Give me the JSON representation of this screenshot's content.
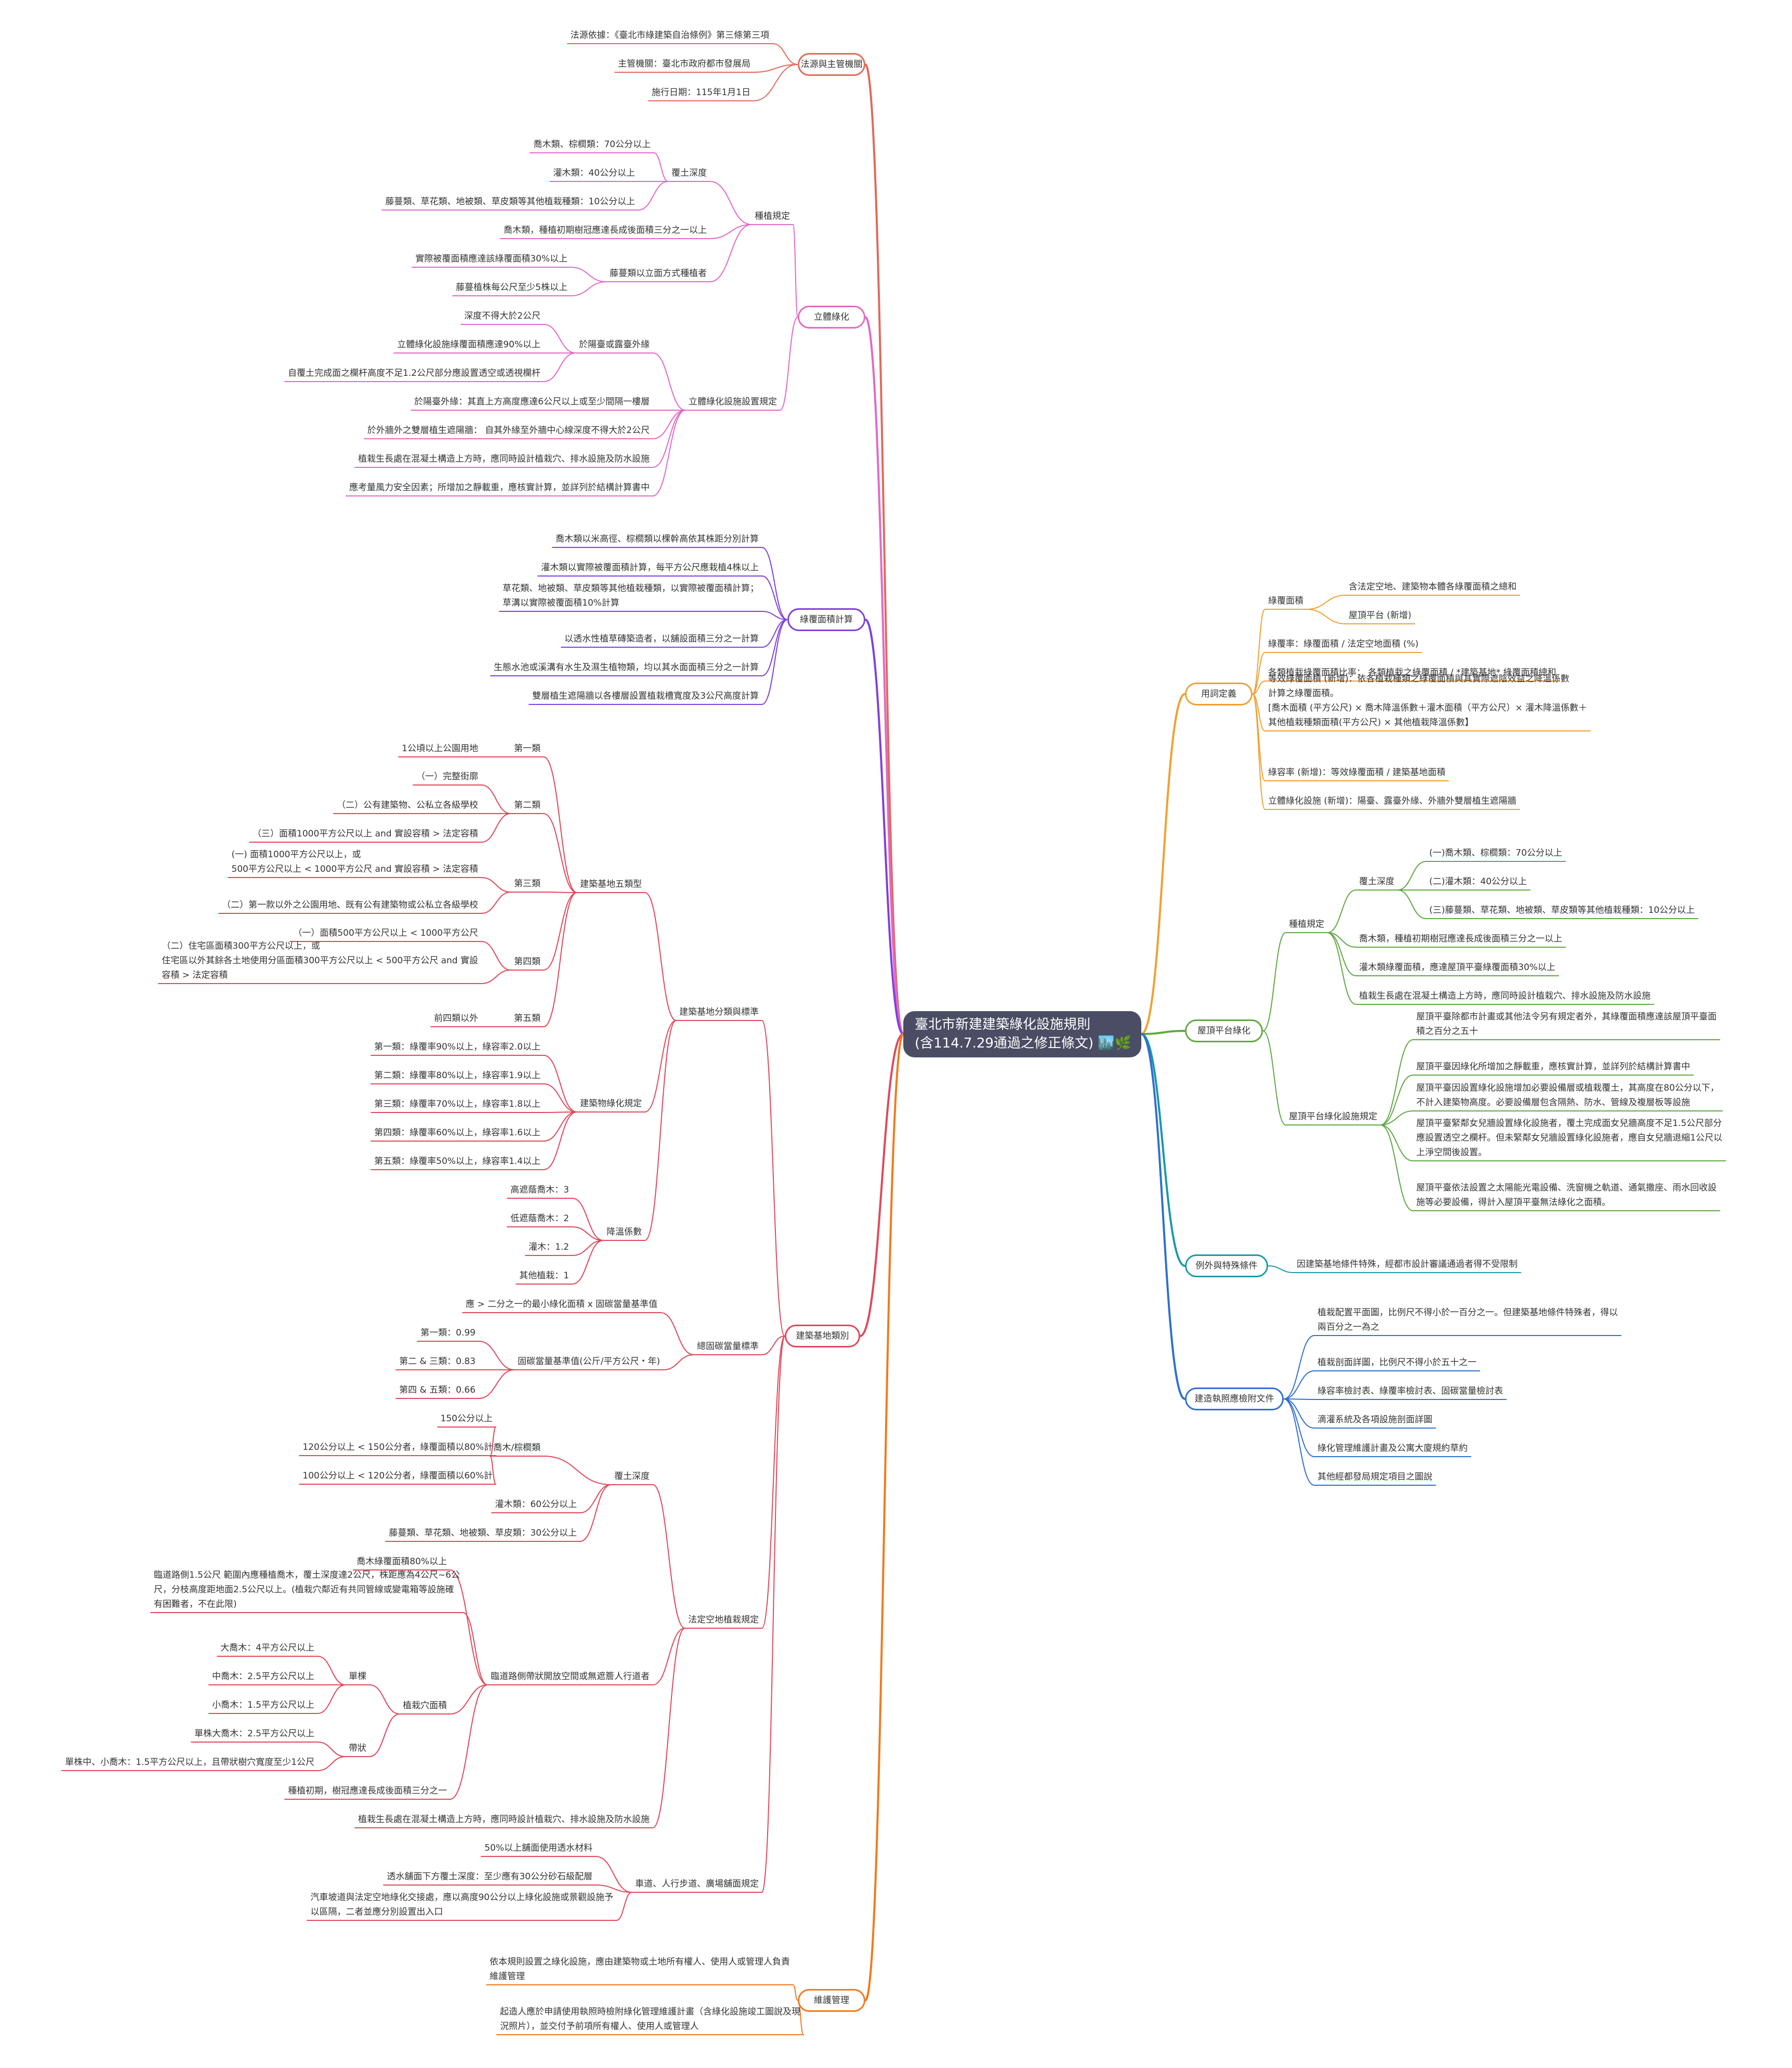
{
  "root": {
    "title": "臺北市新建建築綠化設施規則\n(含114.7.29通過之修正條文) 🏙️🌿"
  },
  "colors": {
    "c1": "#e06a5a",
    "c2": "#e468c6",
    "c3": "#7e3fe0",
    "c4": "#e0485a",
    "c5": "#f07a1e",
    "c6": "#f0a030",
    "c7": "#5fa842",
    "c8": "#1b98a8",
    "c9": "#2f6fd0"
  },
  "nodes": [
    {
      "id": "b1",
      "label": "法源與主管機關",
      "color": "c1"
    },
    {
      "id": "b1a",
      "label": "法源依據：《臺北市綠建築自治條例》第三條第三項",
      "color": "c1"
    },
    {
      "id": "b1b",
      "label": "主管機關：臺北市政府都市發展局",
      "color": "c1"
    },
    {
      "id": "b1c",
      "label": "施行日期：115年1月1日",
      "color": "c1"
    },
    {
      "id": "b2",
      "label": "立體綠化",
      "color": "c2"
    },
    {
      "id": "b2a",
      "label": "種植規定",
      "color": "c2"
    },
    {
      "id": "b2a1",
      "label": "覆土深度",
      "color": "c2"
    },
    {
      "id": "b2a1a",
      "label": "喬木類、棕櫚類：70公分以上",
      "color": "c2"
    },
    {
      "id": "b2a1b",
      "label": "灌木類：40公分以上",
      "color": "c2"
    },
    {
      "id": "b2a1c",
      "label": "藤蔓類、草花類、地被類、草皮類等其他植栽種類：10公分以上",
      "color": "c2"
    },
    {
      "id": "b2a2",
      "label": "喬木類，種植初期樹冠應達長成後面積三分之一以上",
      "color": "c2"
    },
    {
      "id": "b2a3",
      "label": "藤蔓類以立面方式種植者",
      "color": "c2"
    },
    {
      "id": "b2a3a",
      "label": "實際被覆面積應達該綠覆面積30%以上",
      "color": "c2"
    },
    {
      "id": "b2a3b",
      "label": "藤蔓植株每公尺至少5株以上",
      "color": "c2"
    },
    {
      "id": "b2b",
      "label": "立體綠化設施設置規定",
      "color": "c2"
    },
    {
      "id": "b2b1",
      "label": "於陽臺或露臺外緣",
      "color": "c2"
    },
    {
      "id": "b2b1a",
      "label": "深度不得大於2公尺",
      "color": "c2"
    },
    {
      "id": "b2b1b",
      "label": "立體綠化設施綠覆面積應達90%以上",
      "color": "c2"
    },
    {
      "id": "b2b1c",
      "label": "自覆土完成面之欄杆高度不足1.2公尺部分應設置透空或透視欄杆",
      "color": "c2"
    },
    {
      "id": "b2b2",
      "label": "於陽臺外緣：其直上方高度應達6公尺以上或至少間隔一樓層",
      "color": "c2"
    },
    {
      "id": "b2b3",
      "label": "於外牆外之雙層植生遮陽牆： 自其外緣至外牆中心線深度不得大於2公尺",
      "color": "c2"
    },
    {
      "id": "b2b4",
      "label": "植栽生長處在混凝土構造上方時，應同時設計植栽穴、排水設施及防水設施",
      "color": "c2"
    },
    {
      "id": "b2b5",
      "label": "應考量風力安全因素；所增加之靜載重，應核實計算，並詳列於結構計算書中",
      "color": "c2"
    },
    {
      "id": "b3",
      "label": "綠覆面積計算",
      "color": "c3"
    },
    {
      "id": "b3a",
      "label": "喬木類以米高徑、棕櫚類以棵幹高依其株距分別計算",
      "color": "c3"
    },
    {
      "id": "b3b",
      "label": "灌木類以實際被覆面積計算，每平方公尺應栽植4株以上",
      "color": "c3"
    },
    {
      "id": "b3c",
      "label": "草花類、地被類、草皮類等其他植栽種類，以實際被覆面積計算；\n草溝以實際被覆面積10%計算",
      "color": "c3"
    },
    {
      "id": "b3d",
      "label": "以透水性植草磚築造者，以舖設面積三分之一計算",
      "color": "c3"
    },
    {
      "id": "b3e",
      "label": "生態水池或溪溝有水生及濕生植物類，均以其水面面積三分之一計算",
      "color": "c3"
    },
    {
      "id": "b3f",
      "label": "雙層植生遮陽牆以各樓層設置植栽槽寬度及3公尺高度計算",
      "color": "c3"
    },
    {
      "id": "b4",
      "label": "建築基地類別",
      "color": "c4"
    },
    {
      "id": "b4a",
      "label": "建築基地分類與標準",
      "color": "c4"
    },
    {
      "id": "b4a1",
      "label": "建築基地五類型",
      "color": "c4"
    },
    {
      "id": "t1",
      "label": "第一類",
      "color": "c4"
    },
    {
      "id": "t1a",
      "label": "1公頃以上公園用地",
      "color": "c4"
    },
    {
      "id": "t2",
      "label": "第二類",
      "color": "c4"
    },
    {
      "id": "t2a",
      "label": "（一）完整街廓",
      "color": "c4"
    },
    {
      "id": "t2b",
      "label": "（二）公有建築物、公私立各級學校",
      "color": "c4"
    },
    {
      "id": "t2c",
      "label": "（三）面積1000平方公尺以上 and 實設容積 > 法定容積",
      "color": "c4"
    },
    {
      "id": "t3",
      "label": "第三類",
      "color": "c4"
    },
    {
      "id": "t3a",
      "label": "(一) 面積1000平方公尺以上，或\n500平方公尺以上 < 1000平方公尺 and 實設容積 > 法定容積",
      "color": "c4"
    },
    {
      "id": "t3b",
      "label": "（二）第一款以外之公園用地、既有公有建築物或公私立各級學校",
      "color": "c4"
    },
    {
      "id": "t4",
      "label": "第四類",
      "color": "c4"
    },
    {
      "id": "t4a",
      "label": "（一）面積500平方公尺以上 < 1000平方公尺",
      "color": "c4"
    },
    {
      "id": "t4b",
      "label": "（二）住宅區面積300平方公尺以上，或\n住宅區以外其餘各土地使用分區面積300平方公尺以上 < 500平方公尺 and 實設\n容積 > 法定容積",
      "color": "c4"
    },
    {
      "id": "t5",
      "label": "第五類",
      "color": "c4"
    },
    {
      "id": "t5a",
      "label": "前四類以外",
      "color": "c4"
    },
    {
      "id": "b4a2",
      "label": "建築物綠化規定",
      "color": "c4"
    },
    {
      "id": "g1",
      "label": "第一類：綠覆率90%以上，綠容率2.0以上",
      "color": "c4"
    },
    {
      "id": "g2",
      "label": "第二類：綠覆率80%以上，綠容率1.9以上",
      "color": "c4"
    },
    {
      "id": "g3",
      "label": "第三類：綠覆率70%以上，綠容率1.8以上",
      "color": "c4"
    },
    {
      "id": "g4",
      "label": "第四類：綠覆率60%以上，綠容率1.6以上",
      "color": "c4"
    },
    {
      "id": "g5",
      "label": "第五類：綠覆率50%以上，綠容率1.4以上",
      "color": "c4"
    },
    {
      "id": "b4a3",
      "label": "降溫係數",
      "color": "c4"
    },
    {
      "id": "k1",
      "label": "高遮蔭喬木：3",
      "color": "c4"
    },
    {
      "id": "k2",
      "label": "低遮蔭喬木：2",
      "color": "c4"
    },
    {
      "id": "k3",
      "label": "灌木：1.2",
      "color": "c4"
    },
    {
      "id": "k4",
      "label": "其他植栽：1",
      "color": "c4"
    },
    {
      "id": "b4b",
      "label": "總固碳當量標準",
      "color": "c4"
    },
    {
      "id": "b4b1",
      "label": "應 > 二分之一的最小綠化面積 x 固碳當量基準值",
      "color": "c4"
    },
    {
      "id": "b4b2",
      "label": "固碳當量基準值(公斤/平方公尺・年)",
      "color": "c4"
    },
    {
      "id": "cb1",
      "label": "第一類：0.99",
      "color": "c4"
    },
    {
      "id": "cb2",
      "label": "第二 & 三類：0.83",
      "color": "c4"
    },
    {
      "id": "cb3",
      "label": "第四 & 五類：0.66",
      "color": "c4"
    },
    {
      "id": "b4c",
      "label": "法定空地植栽規定",
      "color": "c4"
    },
    {
      "id": "b4c1",
      "label": "覆土深度",
      "color": "c4"
    },
    {
      "id": "b4c1a",
      "label": "喬木/棕櫚類",
      "color": "c4"
    },
    {
      "id": "s1",
      "label": "150公分以上",
      "color": "c4"
    },
    {
      "id": "s2",
      "label": "120公分以上 < 150公分者，綠覆面積以80%計",
      "color": "c4"
    },
    {
      "id": "s3",
      "label": "100公分以上 < 120公分者，綠覆面積以60%計",
      "color": "c4"
    },
    {
      "id": "s4",
      "label": "灌木類：60公分以上",
      "color": "c4"
    },
    {
      "id": "s5",
      "label": "藤蔓類、草花類、地被類、草皮類：30公分以上",
      "color": "c4"
    },
    {
      "id": "b4c2",
      "label": "臨道路側帶狀開放空間或無遮簷人行道者",
      "color": "c4"
    },
    {
      "id": "r1",
      "label": "喬木綠覆面積80%以上",
      "color": "c4"
    },
    {
      "id": "r2",
      "label": "臨道路側1.5公尺 範圍內應種植喬木，覆土深度達2公尺，株距應為4公尺~6公\n尺，分枝高度距地面2.5公尺以上。(植栽穴鄰近有共同管線或變電箱等設施確\n有困難者，不在此限)",
      "color": "c4"
    },
    {
      "id": "r3",
      "label": "植栽穴面積",
      "color": "c4"
    },
    {
      "id": "r3a",
      "label": "單棵",
      "color": "c4"
    },
    {
      "id": "r3a1",
      "label": "大喬木：4平方公尺以上",
      "color": "c4"
    },
    {
      "id": "r3a2",
      "label": "中喬木：2.5平方公尺以上",
      "color": "c4"
    },
    {
      "id": "r3a3",
      "label": "小喬木：1.5平方公尺以上",
      "color": "c4"
    },
    {
      "id": "r3b",
      "label": "帶狀",
      "color": "c4"
    },
    {
      "id": "r3b1",
      "label": "單株大喬木：2.5平方公尺以上",
      "color": "c4"
    },
    {
      "id": "r3b2",
      "label": "單株中、小喬木：1.5平方公尺以上，且帶狀樹穴寬度至少1公尺",
      "color": "c4"
    },
    {
      "id": "r4",
      "label": "種植初期，樹冠應達長成後面積三分之一",
      "color": "c4"
    },
    {
      "id": "b4c3",
      "label": "植栽生長處在混凝土構造上方時，應同時設計植栽穴、排水設施及防水設施",
      "color": "c4"
    },
    {
      "id": "b4d",
      "label": "車道、人行步道、廣場舖面規定",
      "color": "c4"
    },
    {
      "id": "b4d1",
      "label": "50%以上舖面使用透水材料",
      "color": "c4"
    },
    {
      "id": "b4d2",
      "label": "透水舖面下方覆土深度：至少應有30公分砂石級配層",
      "color": "c4"
    },
    {
      "id": "b4d3",
      "label": "汽車坡道與法定空地綠化交接處，應以高度90公分以上綠化設施或景觀設施予\n以區隔，二者並應分別設置出入口",
      "color": "c4"
    },
    {
      "id": "b5",
      "label": "維護管理",
      "color": "c5"
    },
    {
      "id": "b5a",
      "label": "依本規則設置之綠化設施，應由建築物或土地所有權人、使用人或管理人負責\n維護管理",
      "color": "c5"
    },
    {
      "id": "b5b",
      "label": "起造人應於申請使用執照時檢附綠化管理維護計畫（含綠化設施竣工圖說及現\n況照片），並交付予前項所有權人、使用人或管理人",
      "color": "c5"
    },
    {
      "id": "d",
      "label": "用詞定義",
      "color": "c6"
    },
    {
      "id": "d1",
      "label": "綠覆面積",
      "color": "c6"
    },
    {
      "id": "d1a",
      "label": "含法定空地、建築物本體各綠覆面積之總和",
      "color": "c6"
    },
    {
      "id": "d1b",
      "label": "屋頂平台 (新增)",
      "color": "c6"
    },
    {
      "id": "d2",
      "label": "綠覆率：綠覆面積 / 法定空地面積 (%)",
      "color": "c6"
    },
    {
      "id": "d3",
      "label": "各類植栽綠覆面積比率： 各類植栽之綠覆面積 / *建築基地* 綠覆面積總和",
      "color": "c6"
    },
    {
      "id": "d4",
      "label": "等效綠覆面積 (新增)：依各植栽種類之綠覆面積與其實際遮陰效益之降溫係數\n計算之綠覆面積。\n[喬木面積 (平方公尺) × 喬木降溫係數＋灌木面積（平方公尺）× 灌木降溫係數＋\n其他植栽種類面積(平方公尺) × 其他植栽降溫係數】",
      "color": "c6"
    },
    {
      "id": "d5",
      "label": "綠容率 (新增)：等效綠覆面積 / 建築基地面積",
      "color": "c6"
    },
    {
      "id": "d6",
      "label": "立體綠化設施 (新增)：陽臺、露臺外緣、外牆外雙層植生遮陽牆",
      "color": "c6"
    },
    {
      "id": "p",
      "label": "屋頂平台綠化",
      "color": "c7"
    },
    {
      "id": "p1",
      "label": "種植規定",
      "color": "c7"
    },
    {
      "id": "p1a",
      "label": "覆土深度",
      "color": "c7"
    },
    {
      "id": "p1a1",
      "label": "(一)喬木類、棕櫚類：70公分以上",
      "color": "c7"
    },
    {
      "id": "p1a2",
      "label": "(二)灌木類：40公分以上",
      "color": "c7"
    },
    {
      "id": "p1a3",
      "label": "(三)藤蔓類、草花類、地被類、草皮類等其他植栽種類：10公分以上",
      "color": "c7"
    },
    {
      "id": "p1b",
      "label": "喬木類，種植初期樹冠應達長成後面積三分之一以上",
      "color": "c7"
    },
    {
      "id": "p1c",
      "label": "灌木類綠覆面積，應達屋頂平臺綠覆面積30%以上",
      "color": "c7"
    },
    {
      "id": "p1d",
      "label": "植栽生長處在混凝土構造上方時，應同時設計植栽穴、排水設施及防水設施",
      "color": "c7"
    },
    {
      "id": "p2",
      "label": "屋頂平台綠化設施規定",
      "color": "c7"
    },
    {
      "id": "p2a",
      "label": "屋頂平臺除都市計畫或其他法令另有規定者外，其綠覆面積應達該屋頂平臺面\n積之百分之五十",
      "color": "c7"
    },
    {
      "id": "p2b",
      "label": "屋頂平臺因綠化所增加之靜載重，應核實計算，並詳列於結構計算書中",
      "color": "c7"
    },
    {
      "id": "p2c",
      "label": "屋頂平臺因設置綠化設施增加必要設備層或植栽覆土，其高度在80公分以下，\n不計入建築物高度。必要設備層包含隔熱、防水、管線及複層板等設施",
      "color": "c7"
    },
    {
      "id": "p2d",
      "label": "屋頂平臺緊鄰女兒牆設置綠化設施者，覆土完成面女兒牆高度不足1.5公尺部分\n應設置透空之欄杆。但未緊鄰女兒牆設置綠化設施者，應自女兒牆退縮1公尺以\n上淨空間後設置。",
      "color": "c7"
    },
    {
      "id": "p2e",
      "label": "屋頂平臺依法設置之太陽能光電設備、洗窗機之軌道、通氣撒座、雨水回收設\n施等必要設備，得計入屋頂平臺無法綠化之面積。",
      "color": "c7"
    },
    {
      "id": "e",
      "label": "例外與特殊條件",
      "color": "c8"
    },
    {
      "id": "e1",
      "label": "因建築基地條件特殊，經都市設計審議通過者得不受限制",
      "color": "c8"
    },
    {
      "id": "f",
      "label": "建造執照應檢附文件",
      "color": "c9"
    },
    {
      "id": "f1",
      "label": "植栽配置平面圖，比例尺不得小於一百分之一。但建築基地條件特殊者，得以\n兩百分之一為之",
      "color": "c9"
    },
    {
      "id": "f2",
      "label": "植栽剖面詳圖，比例尺不得小於五十之一",
      "color": "c9"
    },
    {
      "id": "f3",
      "label": "綠容率檢討表、綠覆率檢討表、固碳當量檢討表",
      "color": "c9"
    },
    {
      "id": "f4",
      "label": "滴灌系統及各項設施剖面詳圖",
      "color": "c9"
    },
    {
      "id": "f5",
      "label": "綠化管理維護計畫及公寓大廈規約草約",
      "color": "c9"
    },
    {
      "id": "f6",
      "label": "其他經都發局規定項目之圖說",
      "color": "c9"
    }
  ]
}
